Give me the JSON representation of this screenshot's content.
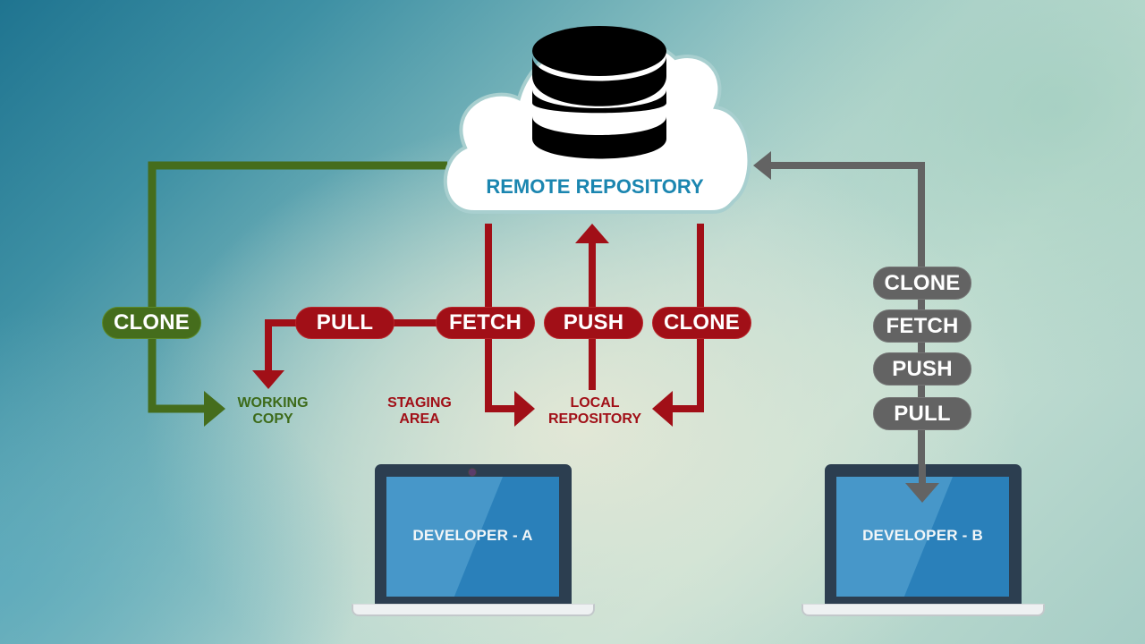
{
  "title": "Git workflow: Remote repository, Developer A and Developer B",
  "colors": {
    "green": "#456d1c",
    "red": "#a10f17",
    "gray": "#636363",
    "cloud_text": "#1b86b0",
    "laptop_frame": "#2c3e50",
    "laptop_screen": "#2a80ba"
  },
  "remote": {
    "label": "REMOTE REPOSITORY",
    "icon": "database-icon"
  },
  "developer_a": {
    "name": "DEVELOPER - A",
    "green_command": "CLONE",
    "red_commands": [
      "PULL",
      "FETCH",
      "PUSH",
      "CLONE"
    ],
    "areas": {
      "working_copy": [
        "WORKING",
        "COPY"
      ],
      "staging_area": [
        "STAGING",
        "AREA"
      ],
      "local_repository": [
        "LOCAL",
        "REPOSITORY"
      ]
    }
  },
  "developer_b": {
    "name": "DEVELOPER - B",
    "commands": [
      "CLONE",
      "FETCH",
      "PUSH",
      "PULL"
    ]
  }
}
